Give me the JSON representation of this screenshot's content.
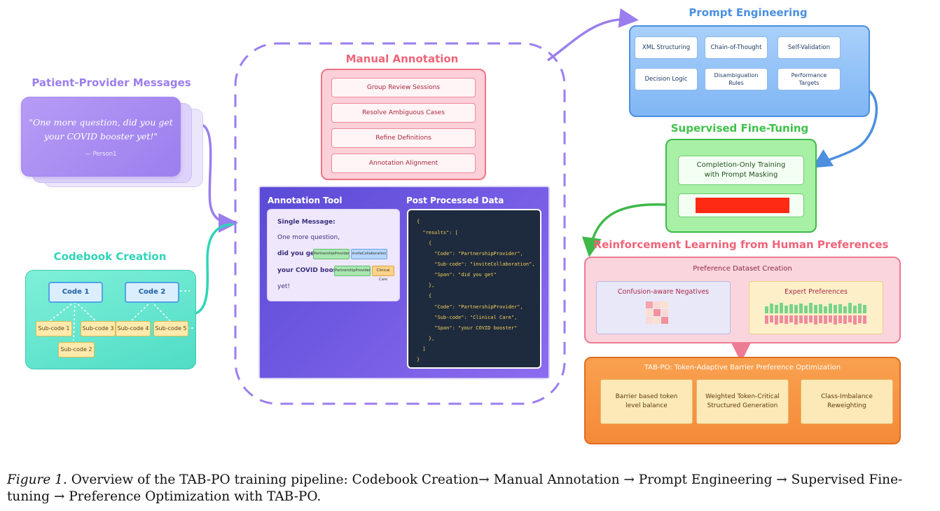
{
  "patient": {
    "title": "Patient-Provider Messages",
    "quote": "\"One more question, did you get your COVID booster yet!\"",
    "person": "— Person1"
  },
  "codebook": {
    "title": "Codebook Creation",
    "codes": [
      "Code 1",
      "Code 2"
    ],
    "subcodes": [
      "Sub-code 1",
      "Sub-code 3",
      "Sub-code 4",
      "Sub-code 5",
      "Sub-code 2"
    ]
  },
  "manual": {
    "title": "Manual Annotation",
    "items": [
      "Group Review Sessions",
      "Resolve Ambiguous Cases",
      "Refine Definitions",
      "Annotation Alignment"
    ]
  },
  "tool": {
    "title": "Annotation Tool",
    "post_title": "Post Processed Data",
    "single_label": "Single Message:",
    "line1": "One more question,",
    "line2": "did you get",
    "line3": "your COVID booster",
    "line4": "yet!",
    "tags": [
      "PartnershipProvider",
      "inviteCollaboration",
      "PartnershipProvider",
      "Clinical Care"
    ],
    "code_lines": [
      "{",
      "  \"results\": [",
      "    {",
      "      \"Code\": \"PartnershipProvider\",",
      "      \"Sub-code\": \"inviteCollaboration\",",
      "      \"Span\": \"did you get\"",
      "    },",
      "    {",
      "      \"Code\": \"PartnershipProvider\",",
      "      \"Sub-code\": \"Clinical Care\",",
      "      \"Span\": \"your COVID booster\"",
      "    },",
      "  ]",
      "}"
    ]
  },
  "prompt": {
    "title": "Prompt Engineering",
    "items": [
      "XML Structuring",
      "Chain-of-Thought",
      "Self-Validation",
      "Decision Logic",
      "Disambiguation\nRules",
      "Performance\nTargets"
    ]
  },
  "sft": {
    "title": "Supervised Fine-Tuning",
    "item1": "Completion-Only Training\nwith Prompt Masking"
  },
  "rl": {
    "title": "Reinforcement Learning from Human Preferences",
    "dataset": "Preference Dataset Creation",
    "neg": "Confusion-aware Negatives",
    "expert": "Expert Preferences"
  },
  "tabpo": {
    "title": "TAB-PO: Token-Adaptive Barrier Preference Optimization",
    "items": [
      "Barrier based token\nlevel balance",
      "Weighted Token-Critical\nStructured Generation",
      "Class-Imbalance\nReweighting"
    ]
  },
  "caption": {
    "label": "Figure 1.",
    "text": " Overview of the TAB-PO training pipeline: Codebook Creation→ Manual Annotation → Prompt Engineering → Supervised Fine-tuning → Preference Optimization with TAB-PO."
  },
  "colors": {
    "purple": "#9b7eee",
    "teal": "#2fd5b8",
    "blue": "#4c8fe0",
    "green": "#3fb84a",
    "red": "#ee7b94",
    "orange": "#f48a3a"
  }
}
